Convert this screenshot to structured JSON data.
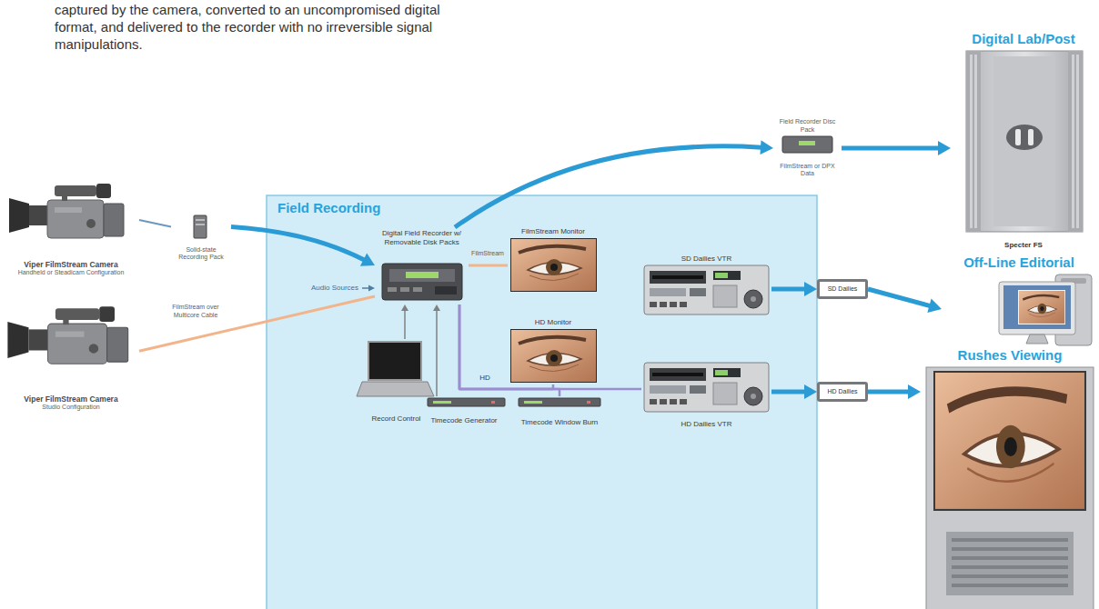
{
  "diagram": {
    "nodes": [
      {
        "text": [
          "Viper FilmStream Camera",
          "Handheld or Steadicam Configuration"
        ]
      },
      {
        "text": [
          "Solid-state Recording Pack"
        ]
      },
      {
        "text": [
          "Viper FilmStream Camera",
          "Studio Configuration"
        ]
      },
      {
        "text": [
          "Field Recording"
        ]
      },
      {
        "text": [
          "Digital Field Recorder w/ Removable Disk Packs"
        ],
        "in": 3
      },
      {
        "text": [
          "FilmStream Monitor"
        ],
        "in": 3
      },
      {
        "text": [
          "HD Monitor"
        ],
        "in": 3
      },
      {
        "text": [
          "Record Control"
        ],
        "in": 3
      },
      {
        "text": [
          "Timecode Generator"
        ],
        "in": 3
      },
      {
        "text": [
          "Timecode Window Burn"
        ],
        "in": 3
      },
      {
        "text": [
          "SD Dailies VTR"
        ],
        "in": 3
      },
      {
        "text": [
          "HD Dailies VTR"
        ],
        "in": 3
      },
      {
        "text": [
          "Field Recorder Disc Pack",
          "FilmStream or DPX Data"
        ]
      },
      {
        "text": [
          "Digital Lab/Post",
          "Specter FS"
        ]
      },
      {
        "text": [
          "SD Dailies"
        ]
      },
      {
        "text": [
          "Off-Line Editorial"
        ]
      },
      {
        "text": [
          "HD Dailies"
        ]
      },
      {
        "text": [
          "Rushes Viewing"
        ]
      }
    ],
    "edges": [
      {
        "from": 0,
        "to": 1,
        "arrow": "none"
      },
      {
        "from": 1,
        "to": 4,
        "arrow": "to"
      },
      {
        "from": 2,
        "to": 4,
        "label": "FilmStream over Multicore Cable",
        "arrow": "none"
      },
      {
        "from": 4,
        "to": 12,
        "arrow": "to"
      },
      {
        "from": 4,
        "to": 5,
        "label": "FilmStream",
        "arrow": "none"
      },
      {
        "from": 4,
        "to": 6,
        "arrow": "none"
      },
      {
        "from": 4,
        "to": 9,
        "arrow": "none"
      },
      {
        "from": 4,
        "to": 11,
        "label": "HD",
        "arrow": "none"
      },
      {
        "from": 7,
        "to": 4,
        "arrow": "to"
      },
      {
        "from": 8,
        "to": 4,
        "arrow": "to"
      },
      {
        "from": 10,
        "to": 14,
        "arrow": "to"
      },
      {
        "from": 14,
        "to": 15,
        "arrow": "to"
      },
      {
        "from": 12,
        "to": 13,
        "arrow": "to"
      },
      {
        "from": 11,
        "to": 16,
        "arrow": "to"
      },
      {
        "from": 16,
        "to": 17,
        "arrow": "to"
      }
    ],
    "labels": [
      "captured by the camera, converted to an uncompromised digital format, and delivered to the recorder with no irreversible signal manipulations.",
      "Audio Sources"
    ]
  }
}
